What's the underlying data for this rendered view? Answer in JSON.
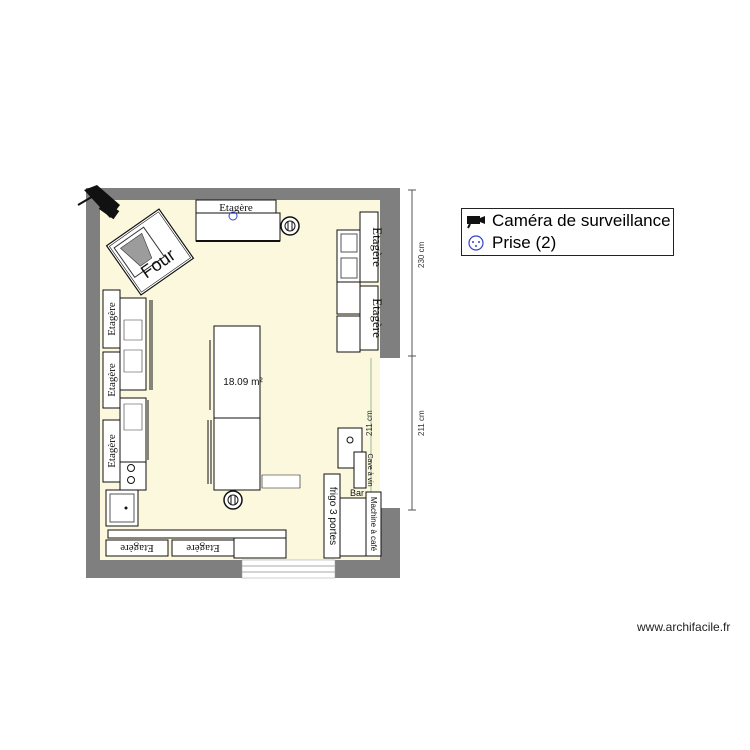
{
  "plan": {
    "area_label": "18.09 m²",
    "dim_top": "230 cm",
    "dim_bottom": "211 cm",
    "dim_inner": "211 cm",
    "oven_label": "Four",
    "shelf_label": "Etagère",
    "bar_label": "Bar",
    "fridge_label": "frigo 3 portes",
    "mach_label": "Machine à café",
    "small_label": "Cave à vin"
  },
  "legend": {
    "items": [
      {
        "label": "Caméra de surveillance",
        "icon": "camera-icon"
      },
      {
        "label": "Prise (2)",
        "icon": "outlet-icon"
      }
    ]
  },
  "credit": "www.archifacile.fr",
  "colors": {
    "wall": "#7f7f7f",
    "floor": "#fbf8de",
    "outlet": "#3344cc"
  }
}
